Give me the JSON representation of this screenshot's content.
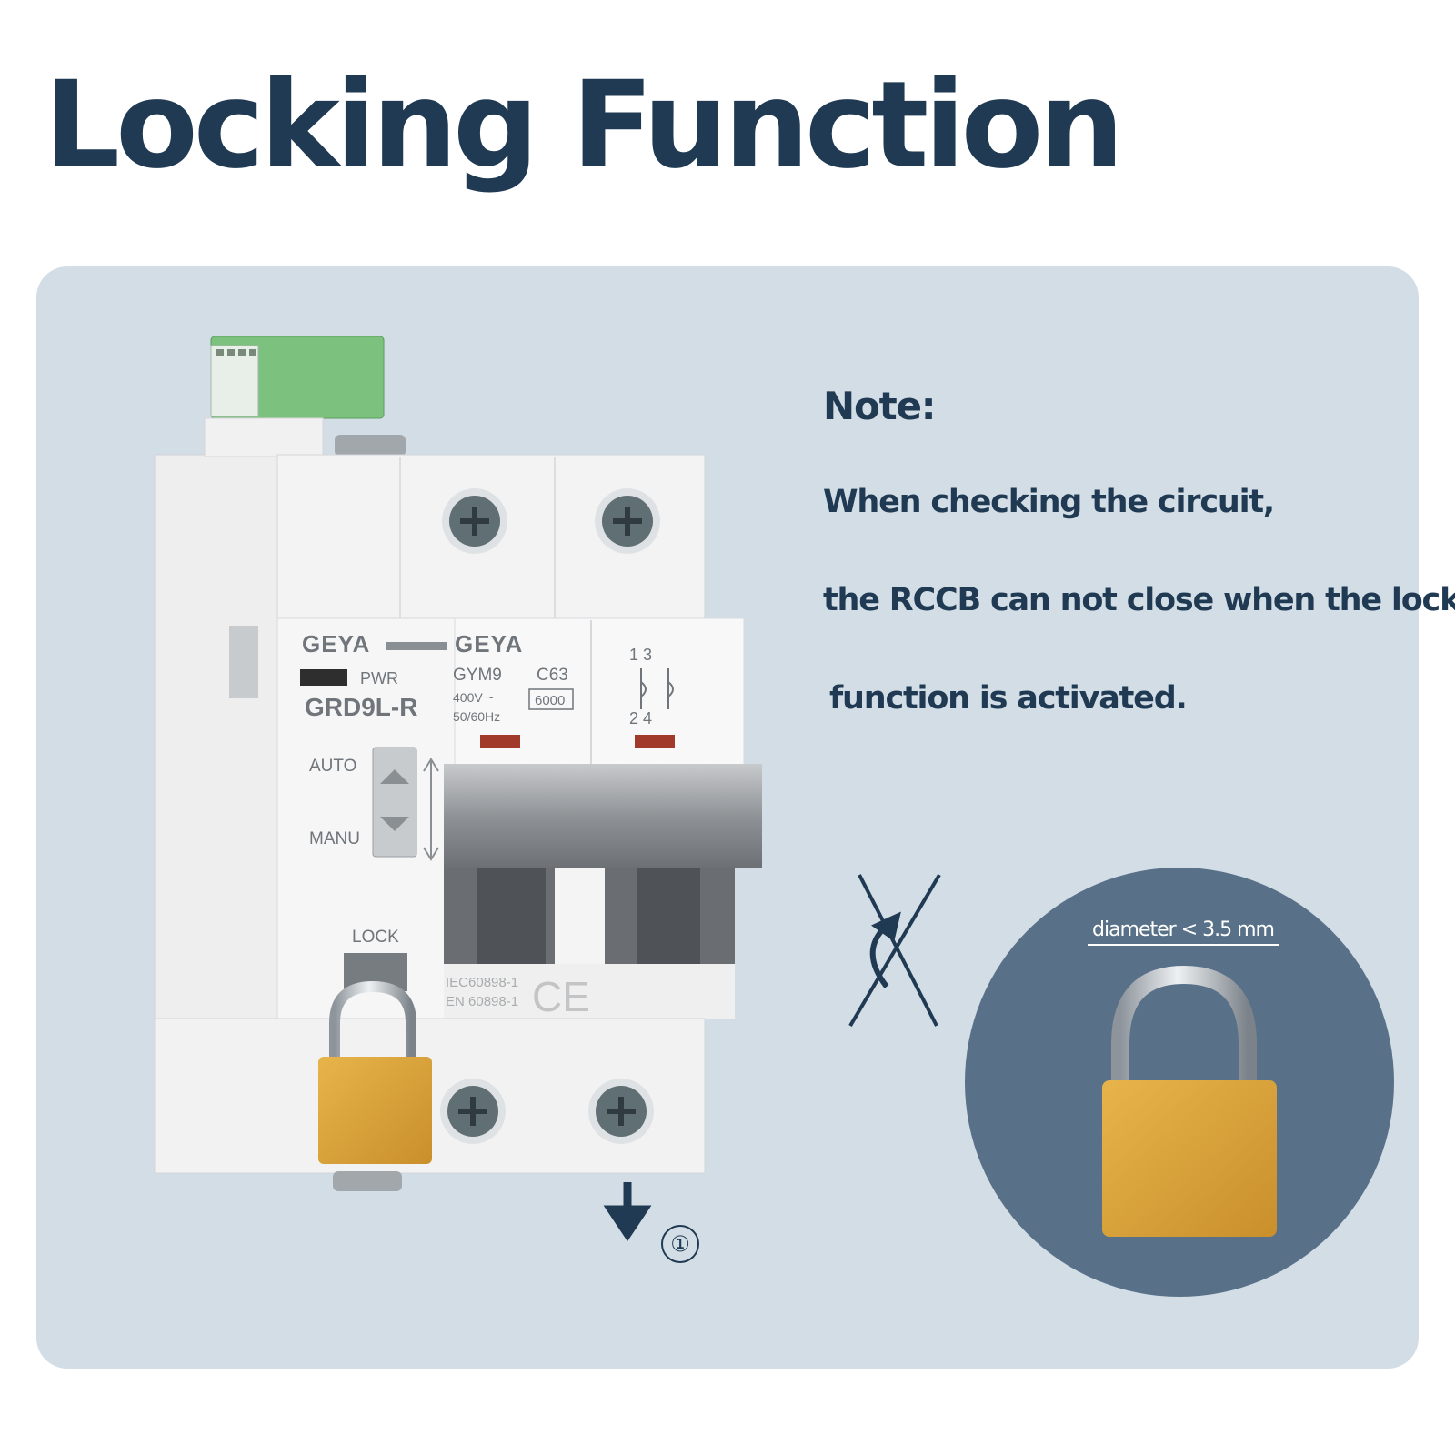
{
  "title": "Locking Function",
  "note": {
    "heading": "Note:",
    "lines": [
      "When checking the circuit,",
      "the RCCB can not close when the lock",
      "function is activated."
    ]
  },
  "padlock_spec": "diameter < 3.5 mm",
  "step_marker": "①",
  "device": {
    "brand": "GEYA",
    "left_model": "GRD9L-R",
    "pwr_label": "PWR",
    "auto_label": "AUTO",
    "manu_label": "MANU",
    "lock_label": "LOCK",
    "right_model": "GYM9",
    "curve": "C63",
    "voltage": "400V ~",
    "frequency": "50/60Hz",
    "breaking_capacity": "6000",
    "standard_1": "IEC60898-1",
    "standard_2": "EN 60898-1",
    "ce_mark": "CE",
    "terminals_top": "1  3",
    "terminals_bottom": "2  4"
  },
  "colors": {
    "title": "#1f3a52",
    "panel": "#d3dde6",
    "circle": "#587188",
    "padlock_body": "#d9a13a"
  }
}
